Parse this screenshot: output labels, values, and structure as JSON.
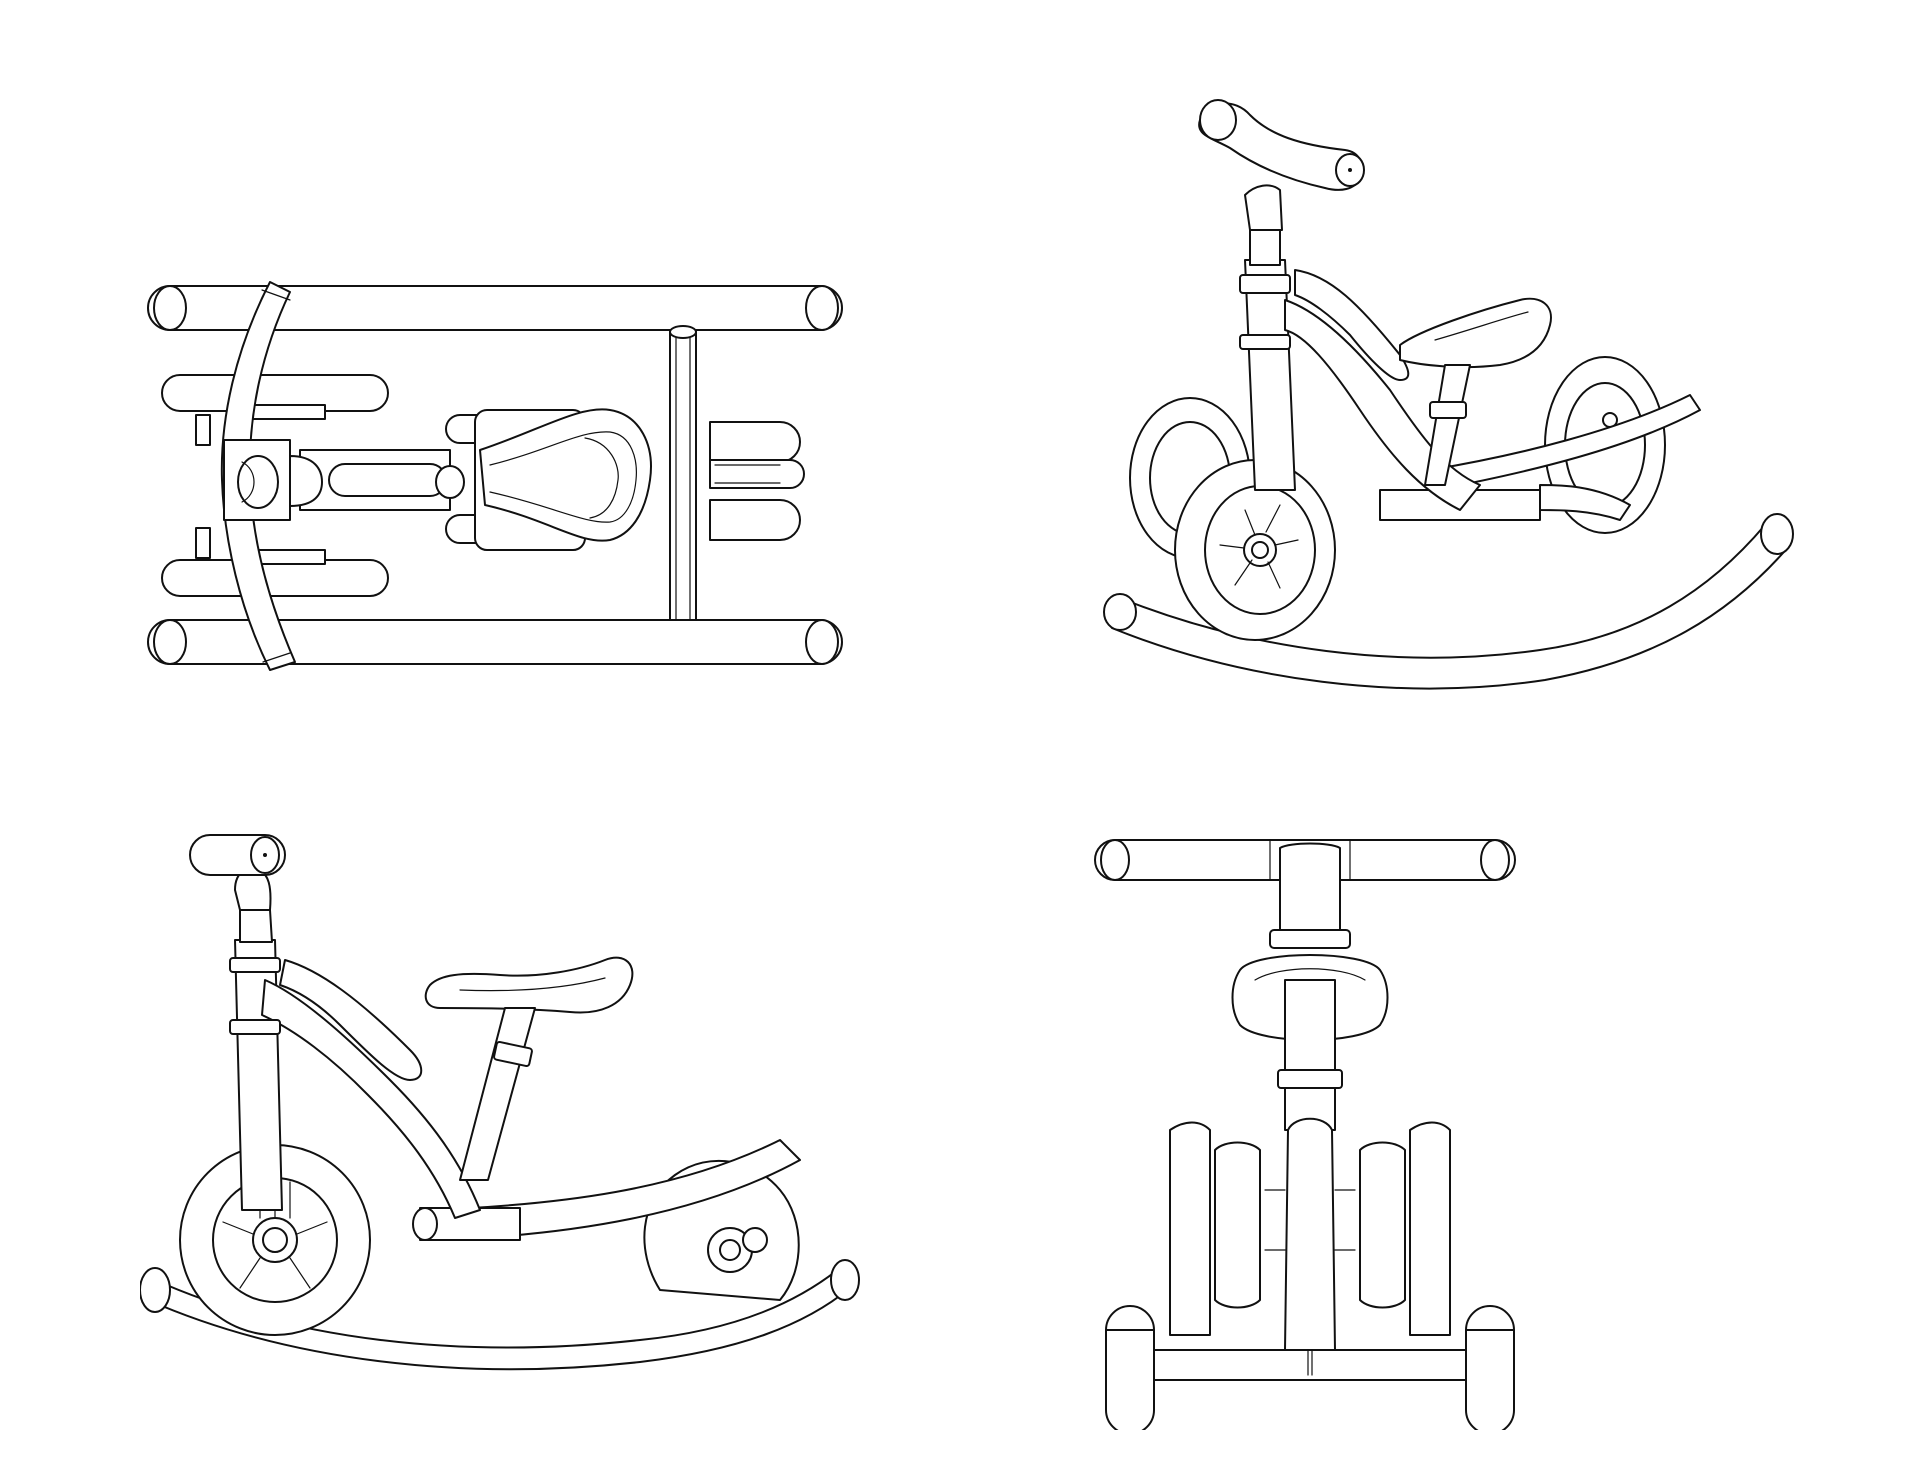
{
  "drawing": {
    "description_views": [
      {
        "id": "top",
        "icon": "top-view-drawing"
      },
      {
        "id": "perspective",
        "icon": "perspective-view-drawing"
      },
      {
        "id": "side",
        "icon": "side-view-drawing"
      },
      {
        "id": "front",
        "icon": "front-view-drawing"
      }
    ],
    "colors": {
      "line": "#111111",
      "background": "#ffffff"
    }
  }
}
